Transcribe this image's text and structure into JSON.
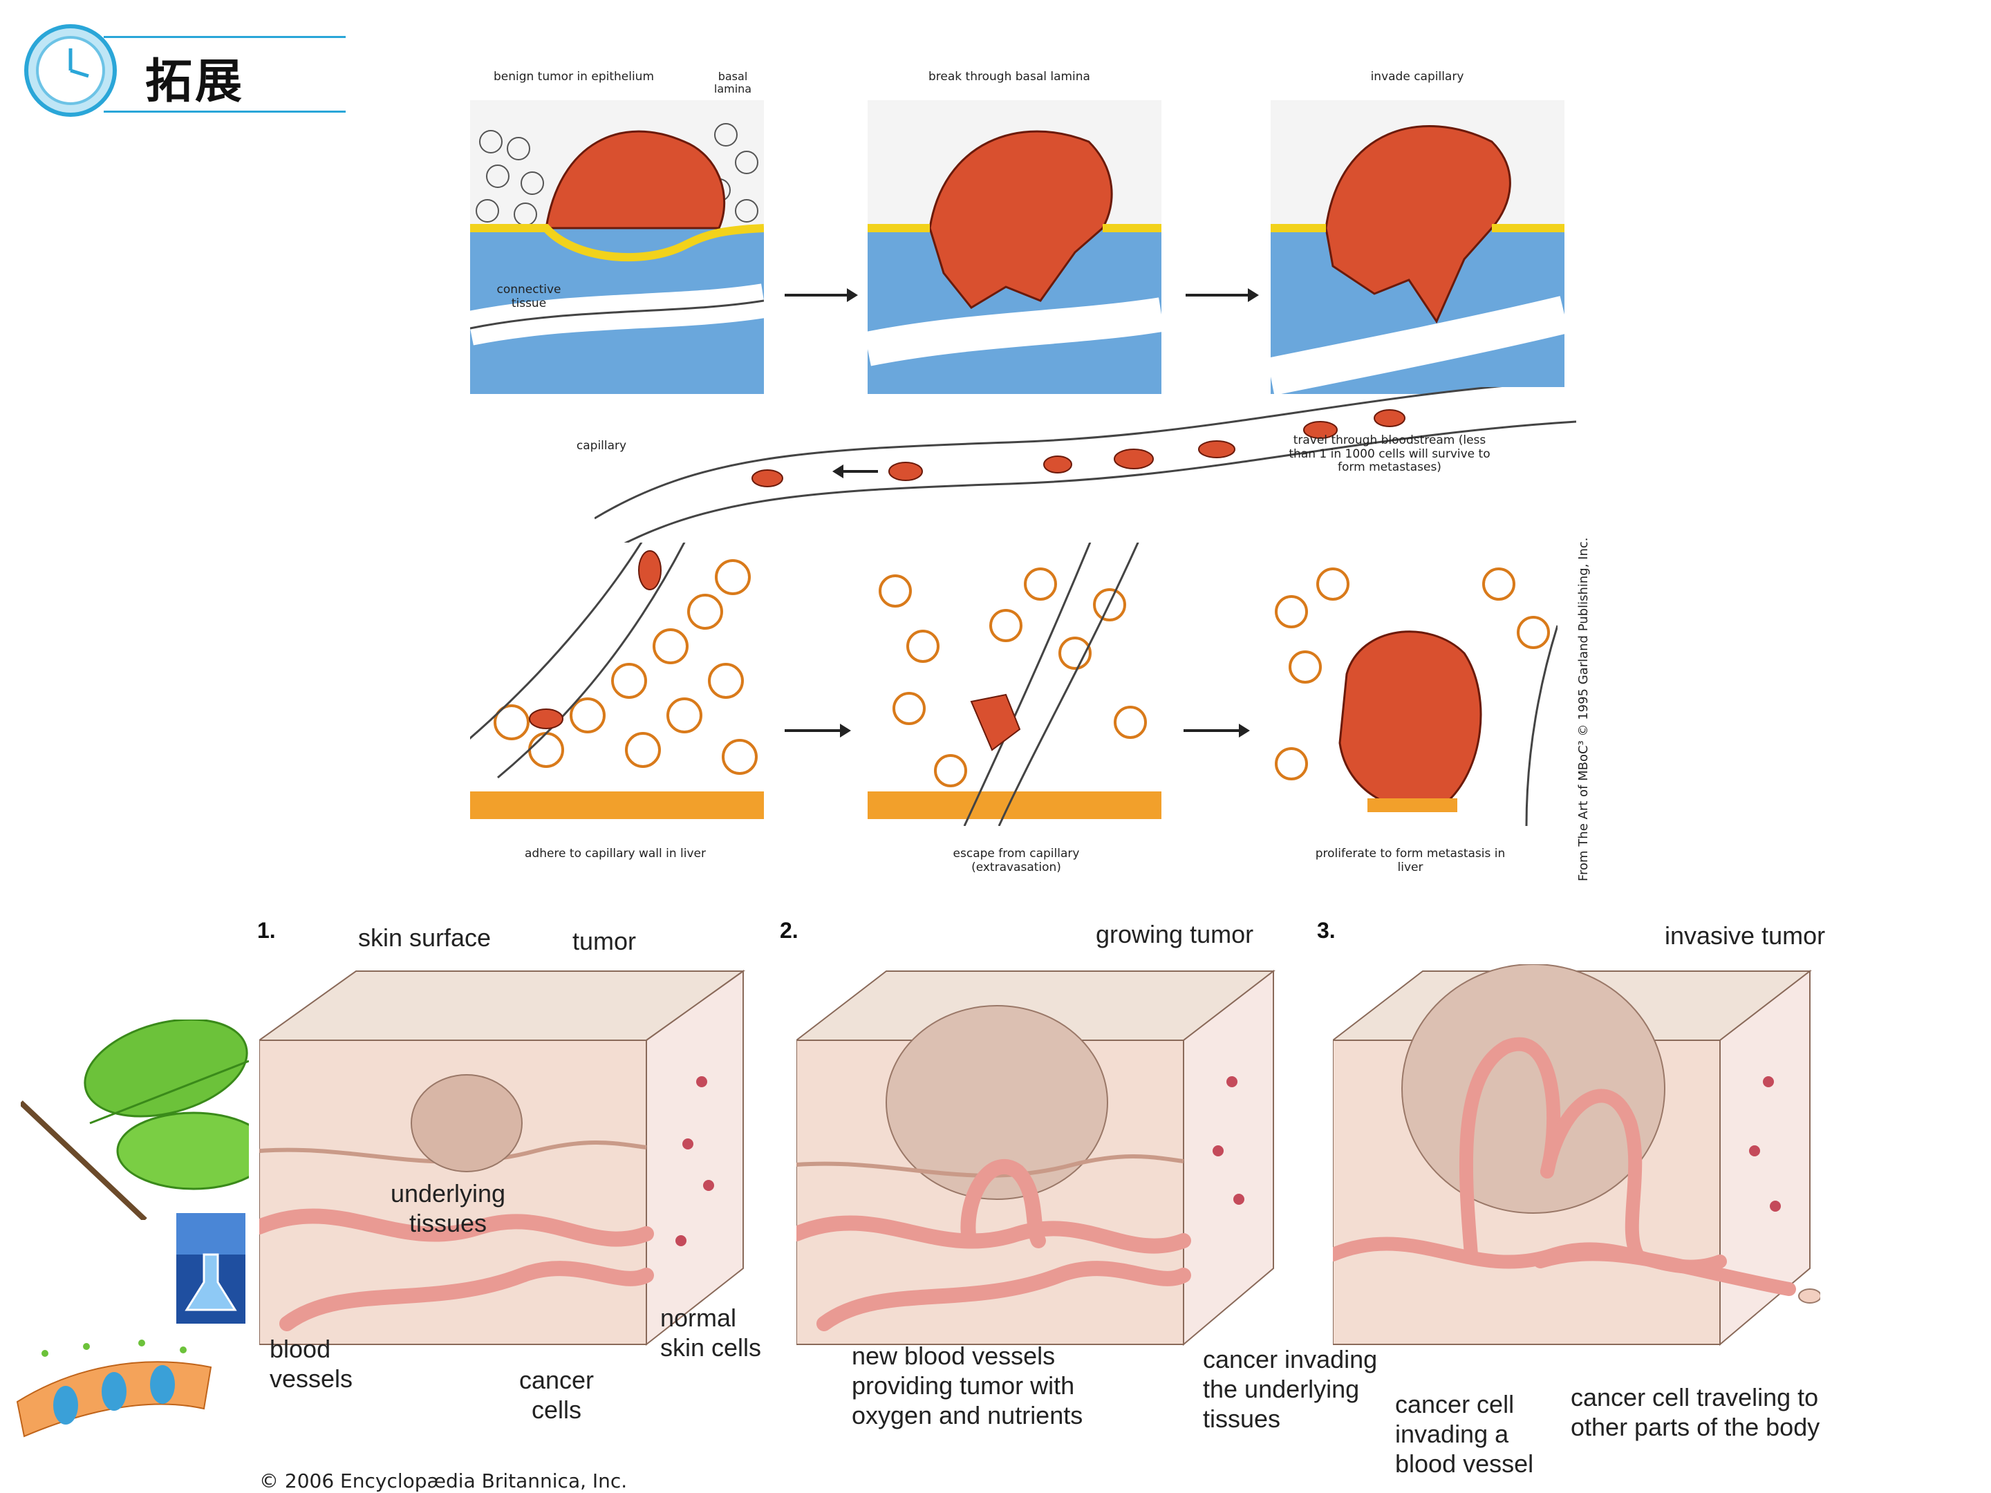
{
  "header": {
    "title": "拓展",
    "clock_icon": "clock-icon"
  },
  "top_figure": {
    "panels": [
      {
        "title": "benign tumor in epithelium",
        "side_label": "basal lamina",
        "inner_label": "connective tissue"
      },
      {
        "title": "break through basal lamina"
      },
      {
        "title": "invade capillary"
      },
      {
        "title": "adhere to capillary wall in liver"
      },
      {
        "title": "escape from capillary (extravasation)"
      },
      {
        "title": "proliferate to form metastasis in liver"
      }
    ],
    "capillary_label": "capillary",
    "travel_label": "travel through bloodstream (less than 1 in 1000 cells will survive to form metastases)",
    "copyright": "From The Art of MBoC³ © 1995 Garland Publishing, Inc."
  },
  "bottom_figure": {
    "stage1": {
      "number": "1.",
      "labels": {
        "skin_surface": "skin surface",
        "tumor": "tumor",
        "underlying_tissues": "underlying tissues",
        "normal_skin_cells": "normal skin cells",
        "blood_vessels": "blood vessels",
        "cancer_cells": "cancer cells"
      }
    },
    "stage2": {
      "number": "2.",
      "labels": {
        "growing_tumor": "growing tumor",
        "new_blood_vessels": "new blood vessels providing tumor with oxygen and nutrients"
      }
    },
    "stage3": {
      "number": "3.",
      "labels": {
        "invasive_tumor": "invasive tumor",
        "cancer_invading": "cancer invading the underlying tissues",
        "cancer_cell_vessel": "cancer cell invading a blood vessel",
        "cancer_cell_traveling": "cancer cell traveling to other parts of the body"
      }
    },
    "credit": "© 2006 Encyclopædia Britannica, Inc."
  },
  "colors": {
    "tumor": "#d9502f",
    "connective": "#6aa7dc",
    "lamina": "#f2d21b",
    "skin": "#f0d9cf",
    "vessel": "#e99a93"
  }
}
